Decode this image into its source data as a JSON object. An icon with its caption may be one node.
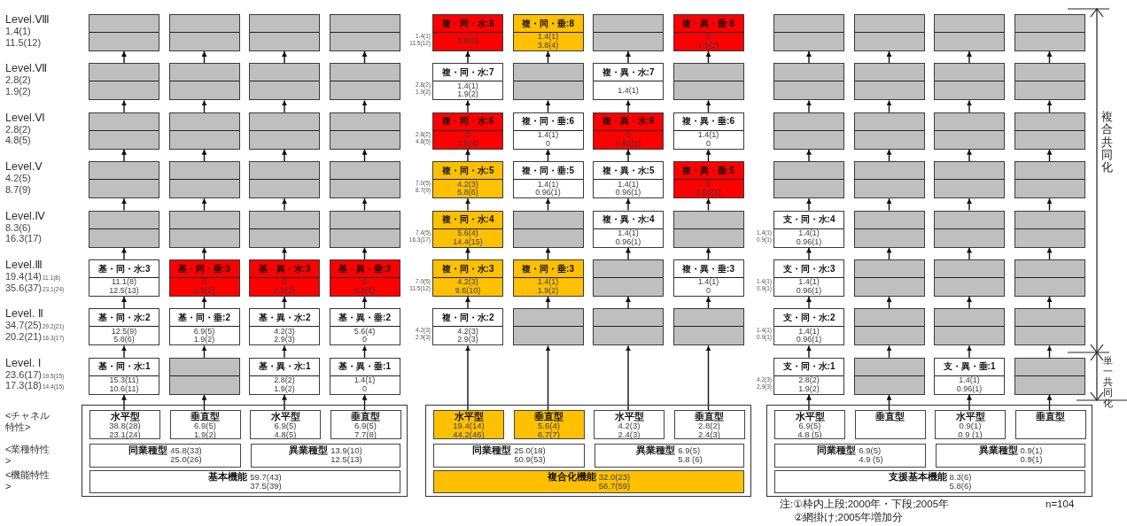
{
  "diagram": {
    "nodes": [
      {
        "text": [],
        "shape": "box"
      },
      {
        "text": [],
        "shape": "box"
      },
      {
        "text": [],
        "shape": "box"
      },
      {
        "text": [],
        "shape": "box"
      },
      {
        "text": [
          "複・同・水:8",
          "5.8(6)"
        ],
        "beside": [
          "1.4(1)",
          "11.5(12)"
        ]
      },
      {
        "text": [
          "複・同・垂:8",
          "1.4(1)",
          "3.8(4)"
        ]
      },
      {
        "text": [],
        "shape": "box"
      },
      {
        "text": [
          "複・異・垂:8",
          "0",
          "1.9(2)"
        ]
      },
      {
        "text": [],
        "shape": "box"
      },
      {
        "text": [],
        "shape": "box"
      },
      {
        "text": [],
        "shape": "box"
      },
      {
        "text": [],
        "shape": "box"
      },
      {
        "text": [],
        "shape": "box"
      },
      {
        "text": [],
        "shape": "box"
      },
      {
        "text": [],
        "shape": "box"
      },
      {
        "text": [],
        "shape": "box"
      },
      {
        "text": [
          "複・同・水:7",
          "1.4(1)",
          "1.9(2)"
        ],
        "beside": [
          "2.8(2)",
          "1.9(2)"
        ]
      },
      {
        "text": [],
        "shape": "box"
      },
      {
        "text": [
          "複・異・水:7",
          "1.4(1)"
        ]
      },
      {
        "text": [],
        "shape": "box"
      },
      {
        "text": [],
        "shape": "box"
      },
      {
        "text": [],
        "shape": "box"
      },
      {
        "text": [],
        "shape": "box"
      },
      {
        "text": [],
        "shape": "box"
      },
      {
        "text": [],
        "shape": "box"
      },
      {
        "text": [],
        "shape": "box"
      },
      {
        "text": [],
        "shape": "box"
      },
      {
        "text": [],
        "shape": "box"
      },
      {
        "text": [
          "複・同・水:6",
          "0",
          "3.8(4)"
        ],
        "beside": [
          "2.8(2)",
          "4.8(5)"
        ]
      },
      {
        "text": [
          "複・同・垂:6",
          "1.4(1)",
          "0"
        ]
      },
      {
        "text": [
          "複・異・水:6",
          "0",
          "0.96(1)"
        ]
      },
      {
        "text": [
          "複・異・垂:6",
          "1.4(1)",
          "0"
        ]
      },
      {
        "text": [],
        "shape": "box"
      },
      {
        "text": [],
        "shape": "box"
      },
      {
        "text": [],
        "shape": "box"
      },
      {
        "text": [],
        "shape": "box"
      },
      {
        "text": [],
        "shape": "box"
      },
      {
        "text": [],
        "shape": "box"
      },
      {
        "text": [],
        "shape": "box"
      },
      {
        "text": [],
        "shape": "box"
      },
      {
        "text": [
          "複・同・水:5",
          "4.2(3)",
          "5.8(6)"
        ],
        "beside": [
          "7.0(5)",
          "8.7(9)"
        ]
      },
      {
        "text": [
          "複・同・垂:5",
          "1.4(1)",
          "0.96(1)"
        ]
      },
      {
        "text": [
          "複・異・水:5",
          "1.4(1)",
          "0.96(1)"
        ]
      },
      {
        "text": [
          "複・異・垂:5",
          "0",
          "0.96(1)"
        ]
      },
      {
        "text": [],
        "shape": "box"
      },
      {
        "text": [],
        "shape": "box"
      },
      {
        "text": [],
        "shape": "box"
      },
      {
        "text": [],
        "shape": "box"
      },
      {
        "text": [],
        "shape": "box"
      },
      {
        "text": [],
        "shape": "box"
      },
      {
        "text": [],
        "shape": "box"
      },
      {
        "text": [],
        "shape": "box"
      },
      {
        "text": [
          "複・同・水:4",
          "5.6(4)",
          "14.4(15)"
        ],
        "beside": [
          "7.4(5)",
          "16.3(17)"
        ]
      },
      {
        "text": [],
        "shape": "box"
      },
      {
        "text": [
          "複・異・水:4",
          "1.4(1)",
          "0.96(1)"
        ]
      },
      {
        "text": [],
        "shape": "box"
      },
      {
        "text": [
          "支・同・水:4",
          "1.4(1)",
          "0.96(1)"
        ],
        "beside": [
          "1.4(1)",
          "0.9(1)"
        ]
      },
      {
        "text": [],
        "shape": "box"
      },
      {
        "text": [],
        "shape": "box"
      },
      {
        "text": [],
        "shape": "box"
      },
      {
        "text": [
          "基・同・水:3",
          "11.1(8)",
          "12.5(13)"
        ]
      },
      {
        "text": [
          "基・同・垂:3",
          "0",
          "1.9(2)"
        ]
      },
      {
        "text": [
          "基・異・水:3",
          "0",
          "2.9(3)"
        ]
      },
      {
        "text": [
          "基・異・垂:3",
          "0",
          "5.8(6)"
        ]
      },
      {
        "text": [
          "複・同・水:3",
          "4.2(3)",
          "9.6(10)"
        ],
        "beside": [
          "7.0(5)",
          "11.5(12)"
        ]
      },
      {
        "text": [
          "複・同・垂:3",
          "1.4(1)",
          "1.9(2)"
        ]
      },
      {
        "text": [],
        "shape": "box"
      },
      {
        "text": [
          "複・異・垂:3",
          "1.4(1)",
          "0"
        ]
      },
      {
        "text": [
          "支・同・水:3",
          "1.4(1)",
          "0.96(1)"
        ],
        "beside": [
          "1.4(1)",
          "0.9(1)"
        ]
      },
      {
        "text": [],
        "shape": "box"
      },
      {
        "text": [],
        "shape": "box"
      },
      {
        "text": [],
        "shape": "box"
      },
      {
        "text": [
          "基・同・水:2",
          "12.5(9)",
          "5.8(6)"
        ]
      },
      {
        "text": [
          "基・同・垂:2",
          "6.9(5)",
          "1.9(2)"
        ]
      },
      {
        "text": [
          "基・異・水:2",
          "4.2(3)",
          "2.9(3)"
        ]
      },
      {
        "text": [
          "基・異・垂:2",
          "5.6(4)",
          "0"
        ]
      },
      {
        "text": [
          "複・同・水:2",
          "4.2(3)",
          "2.9(3)"
        ],
        "beside": [
          "4.2(3)",
          "2.9(3)"
        ]
      },
      {
        "text": [],
        "shape": "box"
      },
      {
        "text": [],
        "shape": "box"
      },
      {
        "text": [],
        "shape": "box"
      },
      {
        "text": [
          "支・同・水:2",
          "1.4(1)",
          "0.96(1)"
        ],
        "beside": [
          "1.4(1)",
          "0.9(1)"
        ]
      },
      {
        "text": [],
        "shape": "box"
      },
      {
        "text": [],
        "shape": "box"
      },
      {
        "text": [],
        "shape": "box"
      },
      {
        "text": [
          "基・同・水:1",
          "15.3(11)",
          "10.6(11)"
        ]
      },
      {
        "text": [],
        "shape": "box"
      },
      {
        "text": [
          "基・異・水:1",
          "2.8(2)",
          "1.9(2)"
        ]
      },
      {
        "text": [
          "基・異・垂:1",
          "1.4(1)",
          "0"
        ]
      },
      {
        "text": [
          "支・同・水:1",
          "2.8(2)",
          "1.9(2)"
        ],
        "beside": [
          "4.2(3)",
          "2.9(3)"
        ]
      },
      {
        "text": [],
        "shape": "box"
      },
      {
        "text": [
          "支・異・垂:1",
          "1.4(1)",
          "0.96(1)"
        ]
      },
      {
        "text": [],
        "shape": "box"
      },
      {
        "text": [],
        "shape": "box"
      },
      {
        "text": [
          "水平型",
          "38.8(28)",
          "23.1(24)"
        ],
        "in": 92
      },
      {
        "text": [
          "垂直型",
          "6.9(5)",
          "1.9(2)"
        ],
        "in": 92
      },
      {
        "text": [
          "水平型",
          "6.9(5)",
          "4.8(5)"
        ],
        "in": 92
      },
      {
        "text": [
          "垂直型",
          "6.9(5)",
          "7.7(8)"
        ],
        "in": 92
      },
      {
        "text": [
          "同業種型",
          "45.8(33)",
          "25.0(26)"
        ],
        "in": 92
      },
      {
        "text": [
          "異業種型",
          "13.9(10)",
          "12.5(13)"
        ],
        "in": 92
      },
      {
        "text": [
          "基本機能",
          "59.7(43)",
          "37.5(39)"
        ],
        "in": 92
      },
      {
        "text": [],
        "shape": "box"
      },
      {
        "text": [
          "水平型",
          "19.4(14)",
          "44.2(46)"
        ],
        "in": 100
      },
      {
        "text": [
          "垂直型",
          "5.6(4)",
          "6.7(7)"
        ],
        "in": 100
      },
      {
        "text": [
          "水平型",
          "4.2(3)",
          "2.4(3)"
        ],
        "in": 100
      },
      {
        "text": [
          "垂直型",
          "2.8(2)",
          "2.4(3)"
        ],
        "in": 100
      },
      {
        "text": [
          "同業種型",
          "25.0(18)",
          "50.9(53)"
        ],
        "in": 100
      },
      {
        "text": [
          "異業種型",
          "6.9(5)",
          "5.8 (6)"
        ],
        "in": 100
      },
      {
        "text": [
          "複合化機能",
          "32.0(23)",
          "56.7(59)"
        ],
        "in": 100
      },
      {
        "text": [],
        "shape": "box"
      },
      {
        "text": [
          "水平型",
          "6.9(5)",
          "4.8 (5)"
        ],
        "in": 108
      },
      {
        "text": [
          "垂直型"
        ],
        "in": 108
      },
      {
        "text": [
          "水平型",
          "0.9(1)",
          "0.9 (1)"
        ],
        "in": 108
      },
      {
        "text": [
          "垂直型"
        ],
        "in": 108
      },
      {
        "text": [
          "同業種型",
          "6.9(5)",
          "4.9 (5)"
        ],
        "in": 108
      },
      {
        "text": [
          "異業種型",
          "0.9(1)",
          "0.9(1)"
        ],
        "in": 108
      },
      {
        "text": [
          "支援基本機能",
          "8.3(6)",
          "5.8(6)"
        ],
        "in": 108
      }
    ],
    "edges": [
      {
        "from": 93,
        "to": 84,
        "arrow": "to"
      },
      {
        "from": 84,
        "to": 72,
        "arrow": "to"
      },
      {
        "from": 72,
        "to": 60,
        "arrow": "to"
      },
      {
        "from": 60,
        "to": 48,
        "arrow": "to"
      },
      {
        "from": 48,
        "to": 36,
        "arrow": "to"
      },
      {
        "from": 36,
        "to": 24,
        "arrow": "to"
      },
      {
        "from": 24,
        "to": 12,
        "arrow": "to"
      },
      {
        "from": 12,
        "to": 0,
        "arrow": "to"
      },
      {
        "from": 94,
        "to": 85,
        "arrow": "to"
      },
      {
        "from": 85,
        "to": 73,
        "arrow": "to"
      },
      {
        "from": 73,
        "to": 61,
        "arrow": "to"
      },
      {
        "from": 61,
        "to": 49,
        "arrow": "to"
      },
      {
        "from": 49,
        "to": 37,
        "arrow": "to"
      },
      {
        "from": 37,
        "to": 25,
        "arrow": "to"
      },
      {
        "from": 25,
        "to": 13,
        "arrow": "to"
      },
      {
        "from": 13,
        "to": 1,
        "arrow": "to"
      },
      {
        "from": 95,
        "to": 86,
        "arrow": "to"
      },
      {
        "from": 86,
        "to": 74,
        "arrow": "to"
      },
      {
        "from": 74,
        "to": 62,
        "arrow": "to"
      },
      {
        "from": 62,
        "to": 50,
        "arrow": "to"
      },
      {
        "from": 50,
        "to": 38,
        "arrow": "to"
      },
      {
        "from": 38,
        "to": 26,
        "arrow": "to"
      },
      {
        "from": 26,
        "to": 14,
        "arrow": "to"
      },
      {
        "from": 14,
        "to": 2,
        "arrow": "to"
      },
      {
        "from": 96,
        "to": 87,
        "arrow": "to"
      },
      {
        "from": 87,
        "to": 75,
        "arrow": "to"
      },
      {
        "from": 75,
        "to": 63,
        "arrow": "to"
      },
      {
        "from": 63,
        "to": 51,
        "arrow": "to"
      },
      {
        "from": 51,
        "to": 39,
        "arrow": "to"
      },
      {
        "from": 39,
        "to": 27,
        "arrow": "to"
      },
      {
        "from": 27,
        "to": 15,
        "arrow": "to"
      },
      {
        "from": 15,
        "to": 3,
        "arrow": "to"
      },
      {
        "from": 101,
        "to": 76,
        "arrow": "to"
      },
      {
        "from": 76,
        "to": 64,
        "arrow": "to"
      },
      {
        "from": 64,
        "to": 52,
        "arrow": "to"
      },
      {
        "from": 52,
        "to": 40,
        "arrow": "to"
      },
      {
        "from": 40,
        "to": 28,
        "arrow": "to"
      },
      {
        "from": 28,
        "to": 16,
        "arrow": "to"
      },
      {
        "from": 16,
        "to": 4,
        "arrow": "to"
      },
      {
        "from": 102,
        "to": 77,
        "arrow": "to"
      },
      {
        "from": 77,
        "to": 65,
        "arrow": "to"
      },
      {
        "from": 65,
        "to": 53,
        "arrow": "to"
      },
      {
        "from": 53,
        "to": 41,
        "arrow": "to"
      },
      {
        "from": 41,
        "to": 29,
        "arrow": "to"
      },
      {
        "from": 29,
        "to": 17,
        "arrow": "to"
      },
      {
        "from": 17,
        "to": 5,
        "arrow": "to"
      },
      {
        "from": 103,
        "to": 78,
        "arrow": "to"
      },
      {
        "from": 78,
        "to": 66,
        "arrow": "to"
      },
      {
        "from": 66,
        "to": 54,
        "arrow": "to"
      },
      {
        "from": 54,
        "to": 42,
        "arrow": "to"
      },
      {
        "from": 42,
        "to": 30,
        "arrow": "to"
      },
      {
        "from": 30,
        "to": 18,
        "arrow": "to"
      },
      {
        "from": 18,
        "to": 6,
        "arrow": "to"
      },
      {
        "from": 104,
        "to": 79,
        "arrow": "to"
      },
      {
        "from": 79,
        "to": 67,
        "arrow": "to"
      },
      {
        "from": 67,
        "to": 55,
        "arrow": "to"
      },
      {
        "from": 55,
        "to": 43,
        "arrow": "to"
      },
      {
        "from": 43,
        "to": 31,
        "arrow": "to"
      },
      {
        "from": 31,
        "to": 19,
        "arrow": "to"
      },
      {
        "from": 19,
        "to": 7,
        "arrow": "to"
      },
      {
        "from": 109,
        "to": 88,
        "arrow": "to"
      },
      {
        "from": 88,
        "to": 80,
        "arrow": "to"
      },
      {
        "from": 80,
        "to": 68,
        "arrow": "to"
      },
      {
        "from": 68,
        "to": 56,
        "arrow": "to"
      },
      {
        "from": 56,
        "to": 44,
        "arrow": "to"
      },
      {
        "from": 44,
        "to": 32,
        "arrow": "to"
      },
      {
        "from": 32,
        "to": 20,
        "arrow": "to"
      },
      {
        "from": 20,
        "to": 8,
        "arrow": "to"
      },
      {
        "from": 110,
        "to": 89,
        "arrow": "to"
      },
      {
        "from": 89,
        "to": 81,
        "arrow": "to"
      },
      {
        "from": 81,
        "to": 69,
        "arrow": "to"
      },
      {
        "from": 69,
        "to": 57,
        "arrow": "to"
      },
      {
        "from": 57,
        "to": 45,
        "arrow": "to"
      },
      {
        "from": 45,
        "to": 33,
        "arrow": "to"
      },
      {
        "from": 33,
        "to": 21,
        "arrow": "to"
      },
      {
        "from": 21,
        "to": 9,
        "arrow": "to"
      },
      {
        "from": 111,
        "to": 90,
        "arrow": "to"
      },
      {
        "from": 90,
        "to": 82,
        "arrow": "to"
      },
      {
        "from": 82,
        "to": 70,
        "arrow": "to"
      },
      {
        "from": 70,
        "to": 58,
        "arrow": "to"
      },
      {
        "from": 58,
        "to": 46,
        "arrow": "to"
      },
      {
        "from": 46,
        "to": 34,
        "arrow": "to"
      },
      {
        "from": 34,
        "to": 22,
        "arrow": "to"
      },
      {
        "from": 22,
        "to": 10,
        "arrow": "to"
      },
      {
        "from": 112,
        "to": 91,
        "arrow": "to"
      },
      {
        "from": 91,
        "to": 83,
        "arrow": "to"
      },
      {
        "from": 83,
        "to": 71,
        "arrow": "to"
      },
      {
        "from": 71,
        "to": 59,
        "arrow": "to"
      },
      {
        "from": 59,
        "to": 47,
        "arrow": "to"
      },
      {
        "from": 47,
        "to": 35,
        "arrow": "to"
      },
      {
        "from": 35,
        "to": 23,
        "arrow": "to"
      },
      {
        "from": 23,
        "to": 11,
        "arrow": "to"
      }
    ],
    "labels": [
      "Level.Ⅷ",
      "1.4(1)",
      "11.5(12)",
      "Level.Ⅶ",
      "2.8(2)",
      "1.9(2)",
      "Level.Ⅵ",
      "2.8(2)",
      "4.8(5)",
      "Level.Ⅴ",
      "4.2(5)",
      "8.7(9)",
      "Level.Ⅳ",
      "8.3(6)",
      "16.3(17)",
      "Level.Ⅲ",
      "19.4(14)",
      "11.1(8)",
      "35.6(37)",
      "23.1(24)",
      "Level. Ⅱ",
      "34.7(25)",
      "29.2(21)",
      "20.2(21)",
      "16.3(17)",
      "Level. Ⅰ",
      "23.6(17)",
      "19.5(15)",
      "17.3(18)",
      "14.4(15)",
      "複合共同化",
      "単一共同化",
      "<チャネル特性>",
      "<業種特性>",
      "<機能特性>",
      "注:①枠内上段;2000年・下段;2005年",
      "n=104",
      "②網掛け;2005年増加分"
    ]
  }
}
